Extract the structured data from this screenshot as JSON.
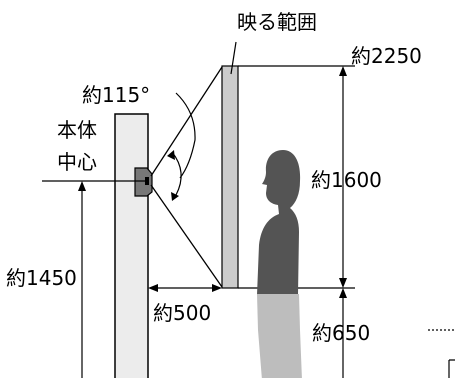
{
  "labels": {
    "viewing_range": "映る範囲",
    "angle": "約115°",
    "body_center_line1": "本体",
    "body_center_line2": "中心",
    "height_top": "約2250",
    "range_height": "約1600",
    "mount_height": "約1450",
    "distance": "約500",
    "bottom_height": "約650"
  },
  "colors": {
    "line": "#000000",
    "wall": "#ececec",
    "screen": "#cccccc",
    "person_dark": "#545454",
    "person_light": "#bdbdbd",
    "background": "#ffffff"
  }
}
